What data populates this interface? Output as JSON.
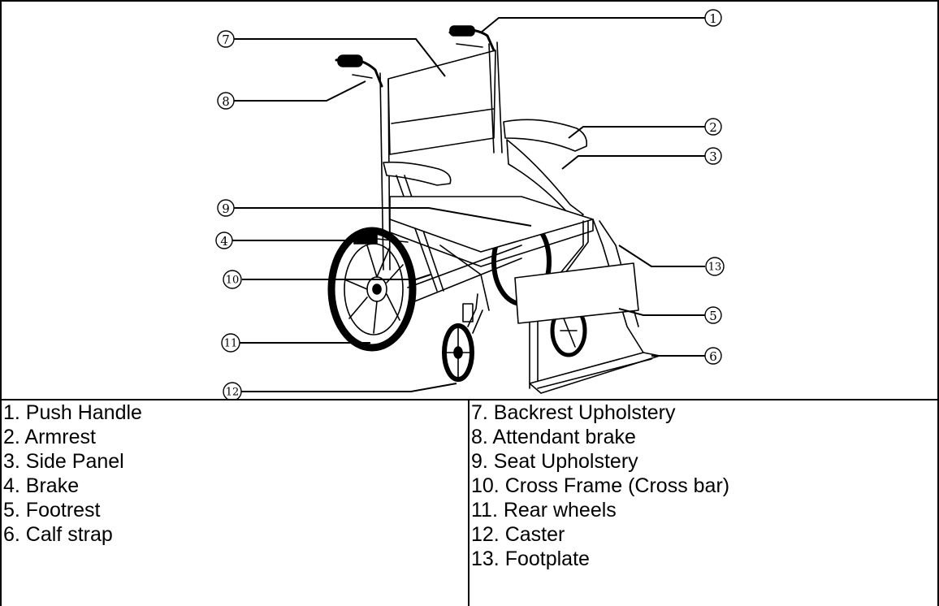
{
  "callouts": [
    {
      "num": "1"
    },
    {
      "num": "2"
    },
    {
      "num": "3"
    },
    {
      "num": "4"
    },
    {
      "num": "5"
    },
    {
      "num": "6"
    },
    {
      "num": "7"
    },
    {
      "num": "8"
    },
    {
      "num": "9"
    },
    {
      "num": "10"
    },
    {
      "num": "11"
    },
    {
      "num": "12"
    },
    {
      "num": "13"
    }
  ],
  "legend": {
    "left": [
      "1. Push Handle",
      "2. Armrest",
      "3. Side Panel",
      "4. Brake",
      "5. Footrest",
      "6. Calf strap"
    ],
    "right": [
      "7. Backrest Upholstery",
      "8. Attendant brake",
      "9. Seat Upholstery",
      "10. Cross Frame (Cross bar)",
      "11. Rear wheels",
      "12. Caster",
      "13. Footplate"
    ]
  }
}
